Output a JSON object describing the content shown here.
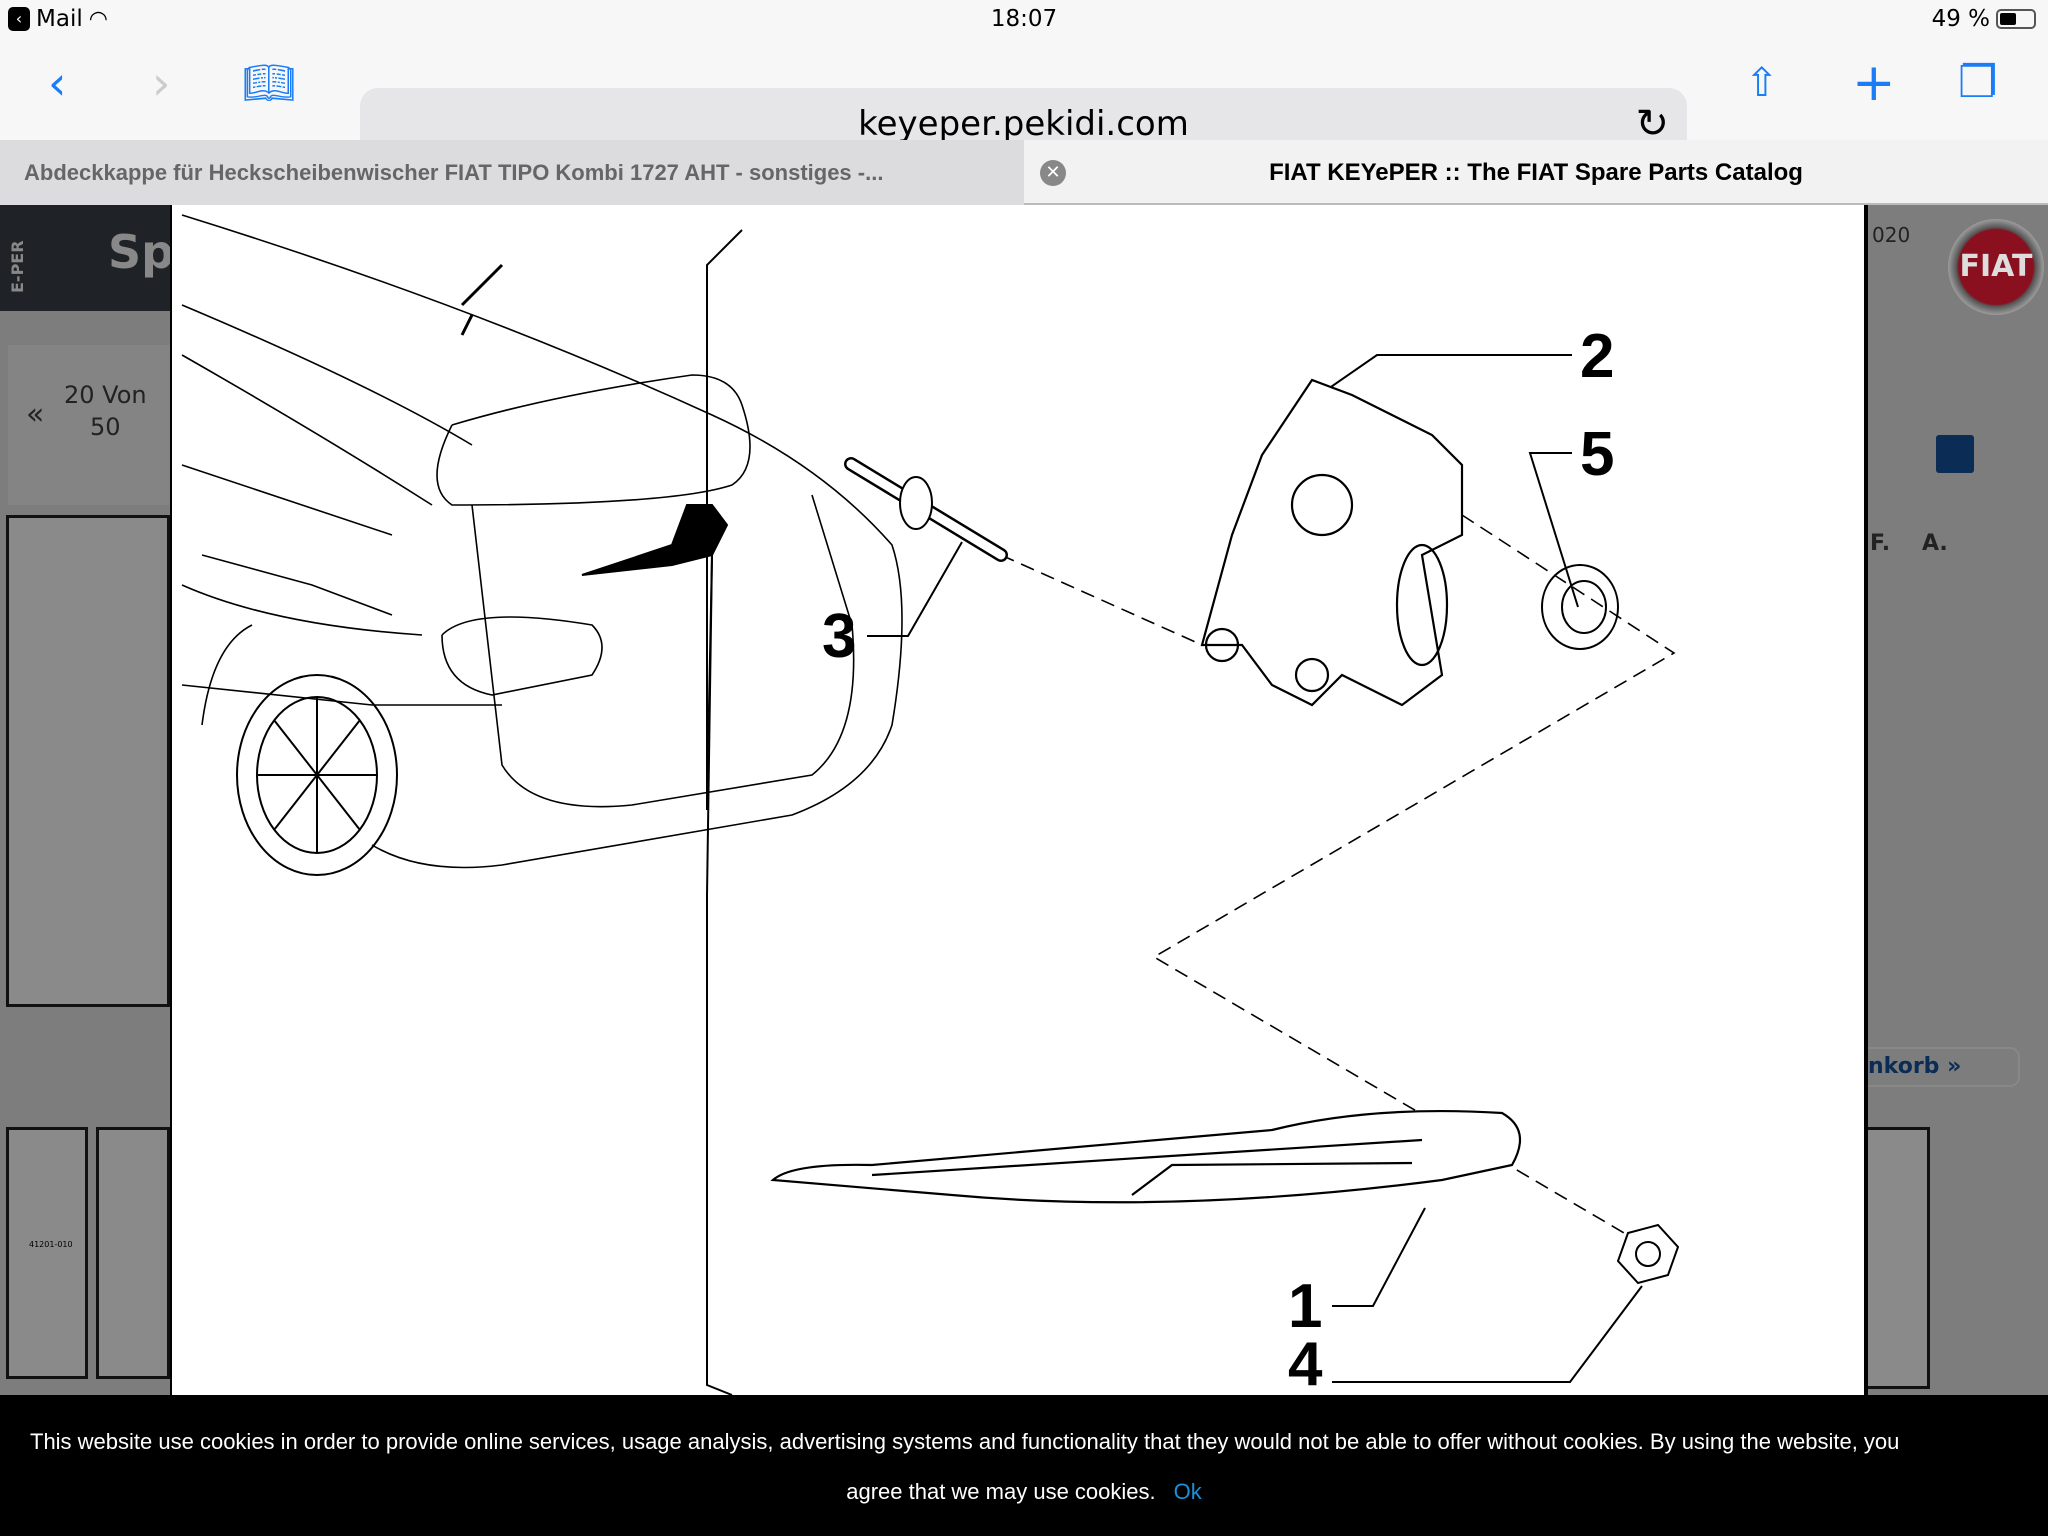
{
  "status": {
    "back_app": "Mail",
    "time": "18:07",
    "battery": "49 %",
    "battery_level": 0.49
  },
  "toolbar": {
    "url": "keyeper.pekidi.com"
  },
  "tabs": [
    {
      "label": "Abdeckkappe für Heckscheibenwischer FIAT TIPO Kombi 1727 AHT - sonstiges -..."
    },
    {
      "label": "FIAT KEYePER :: The FIAT Spare Parts Catalog"
    }
  ],
  "background": {
    "header_logo": "E-PER",
    "header_text": "Sp",
    "pager_prev": "«",
    "pager_text": "20 Von",
    "pager_total": "50",
    "year": "020",
    "brand": "FIAT",
    "col_f": "F.",
    "col_a": "A.",
    "cart_button": "nkorb »",
    "thumb_label": "41201-010"
  },
  "diagram": {
    "callouts": [
      "1",
      "2",
      "3",
      "4",
      "5"
    ]
  },
  "cookie": {
    "line1": "This website use cookies in order to provide online services, usage analysis, advertising systems and functionality that they would not be able to offer without cookies. By using the website, you",
    "line2": "agree that we may use cookies.",
    "ok": "Ok"
  }
}
